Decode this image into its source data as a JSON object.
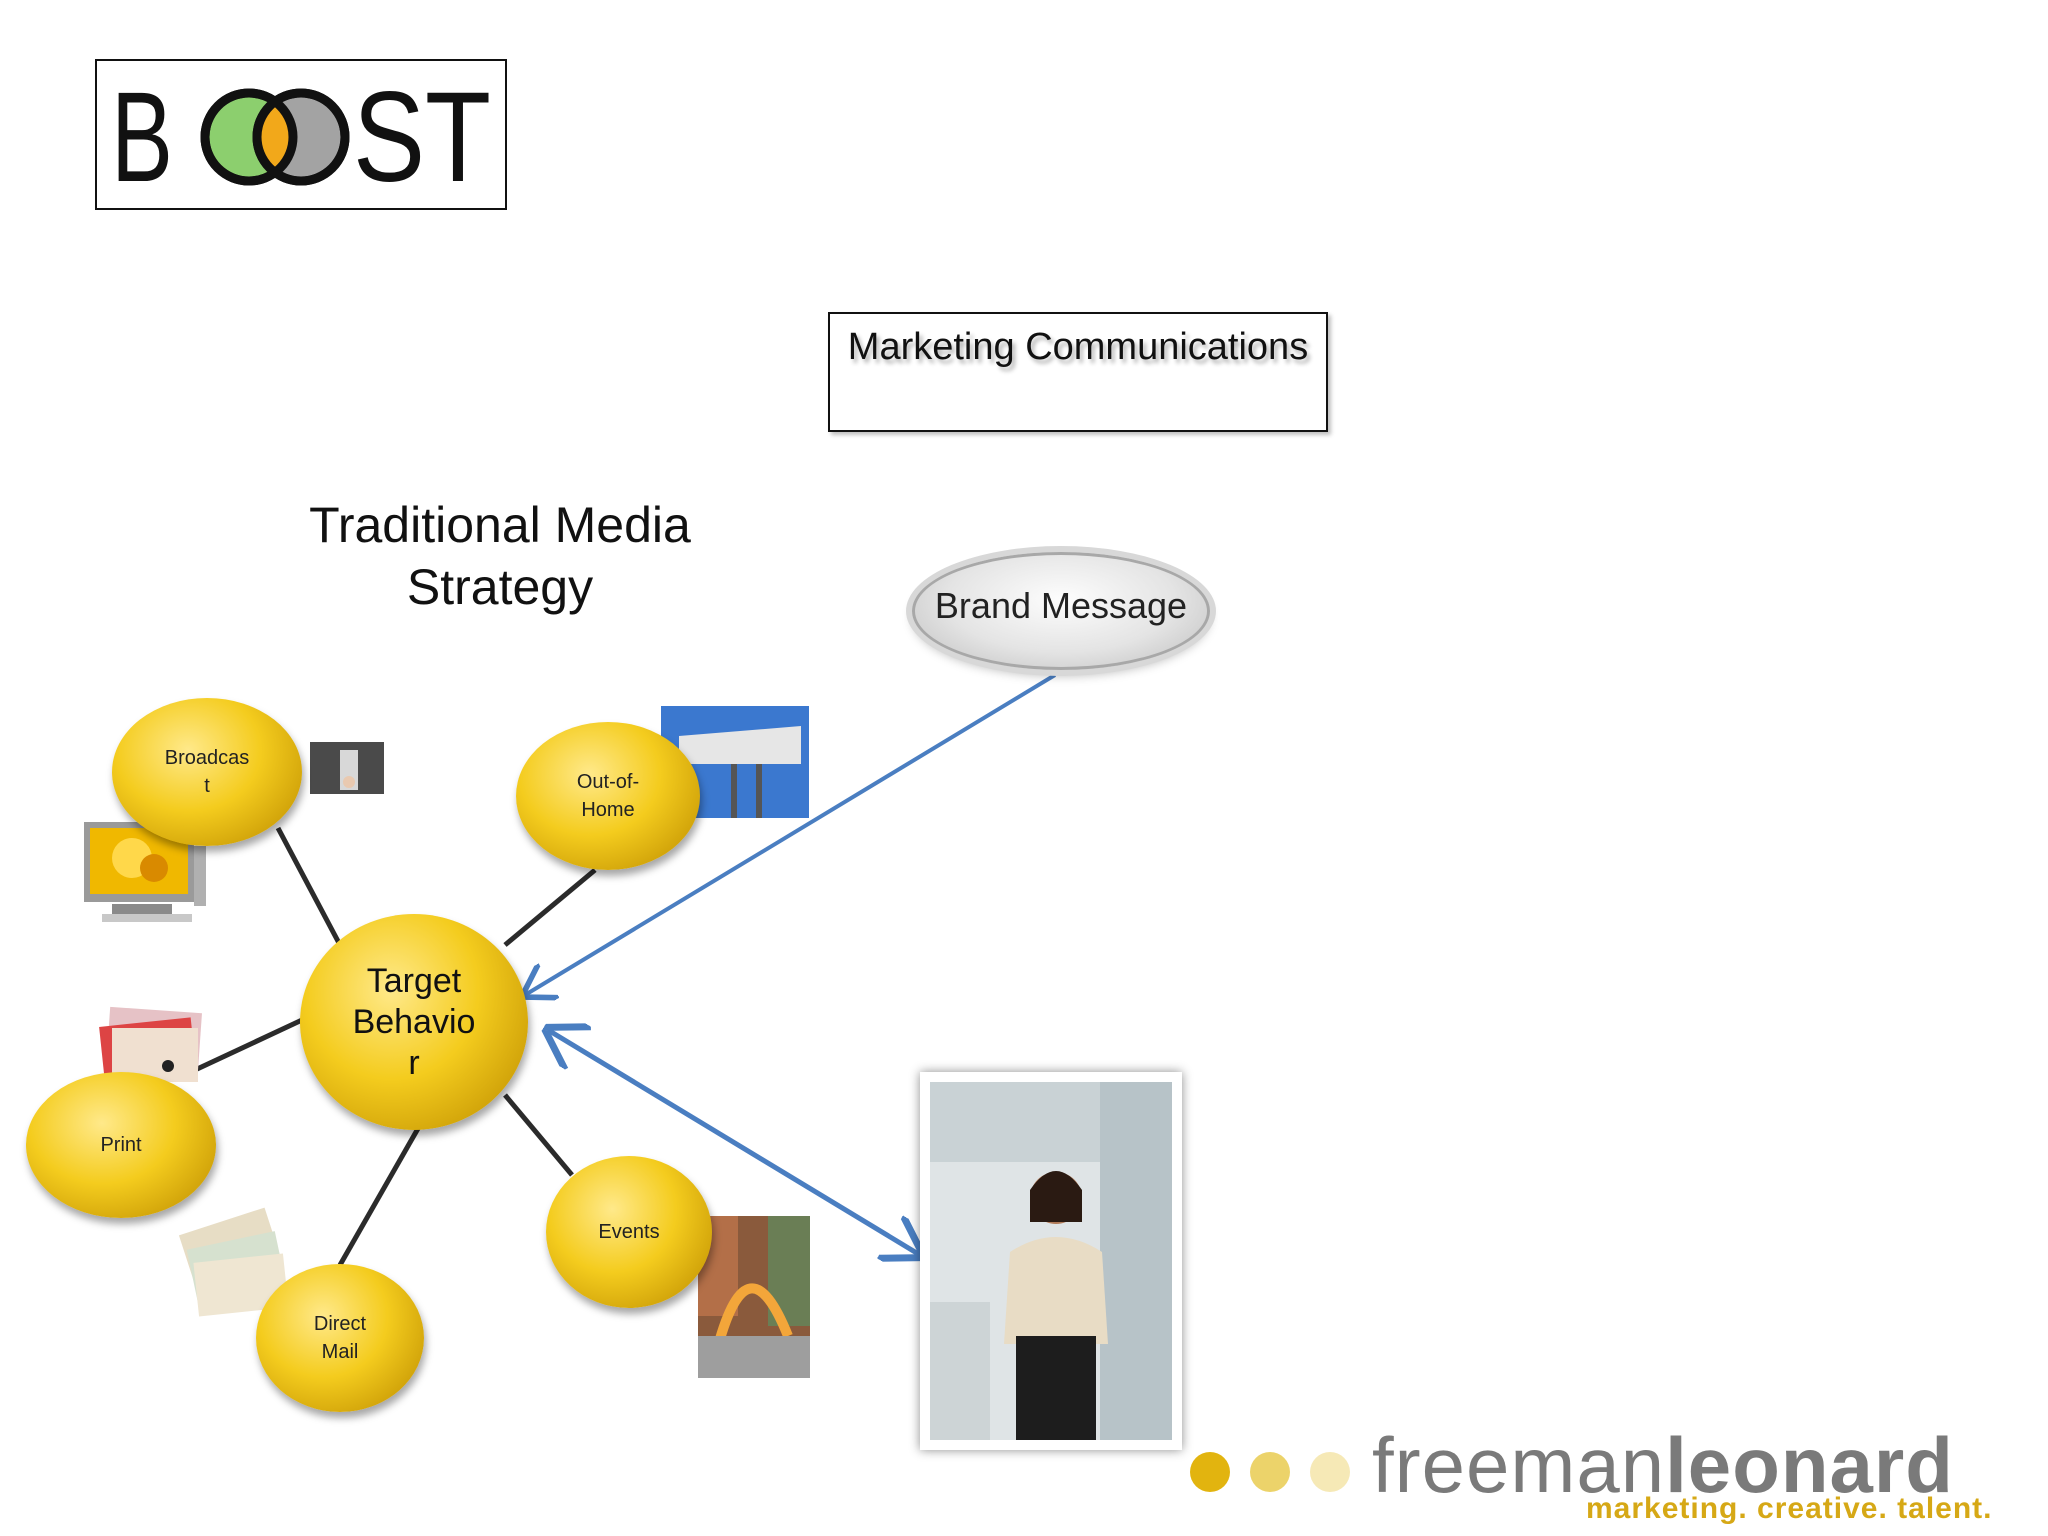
{
  "logo": {
    "text": "BOOST"
  },
  "marketing_box": {
    "label": "Marketing Communications"
  },
  "title": {
    "line1": "Traditional Media",
    "line2": "Strategy"
  },
  "brand_message": {
    "label": "Brand Message"
  },
  "nodes": {
    "target": "Target\nBehavio\nr",
    "broadcast": "Broadcas\nt",
    "out_of_home": "Out-of-\nHome",
    "print": "Print",
    "direct_mail": "Direct\nMail",
    "events": "Events"
  },
  "footer_logo": {
    "name_light": "freeman",
    "name_bold": "leonard",
    "tagline": "marketing. creative. talent.",
    "dot_colors": [
      "#e2b40f",
      "#ecd36a",
      "#f6e9b6"
    ]
  },
  "colors": {
    "bubble": "#f4cc1e",
    "arrow": "#4a7ec1",
    "connector": "#2b2b2b"
  }
}
